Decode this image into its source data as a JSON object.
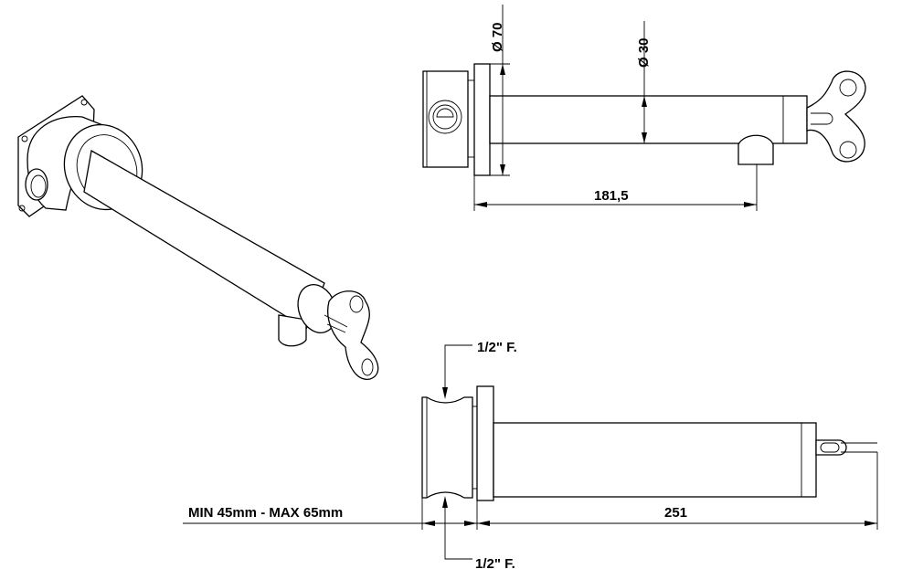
{
  "title": "Wall-mounted spout with key handle - technical drawing",
  "top_view": {
    "diameter_flange": "Ø 70",
    "diameter_pipe": "Ø 30",
    "outlet_distance": "181,5"
  },
  "side_view": {
    "inlet_top": "1/2\" F.",
    "inlet_bottom": "1/2\" F.",
    "wall_depth": "MIN 45mm - MAX 65mm",
    "total_length": "251"
  },
  "colors": {
    "line": "#000000",
    "background": "#ffffff"
  }
}
